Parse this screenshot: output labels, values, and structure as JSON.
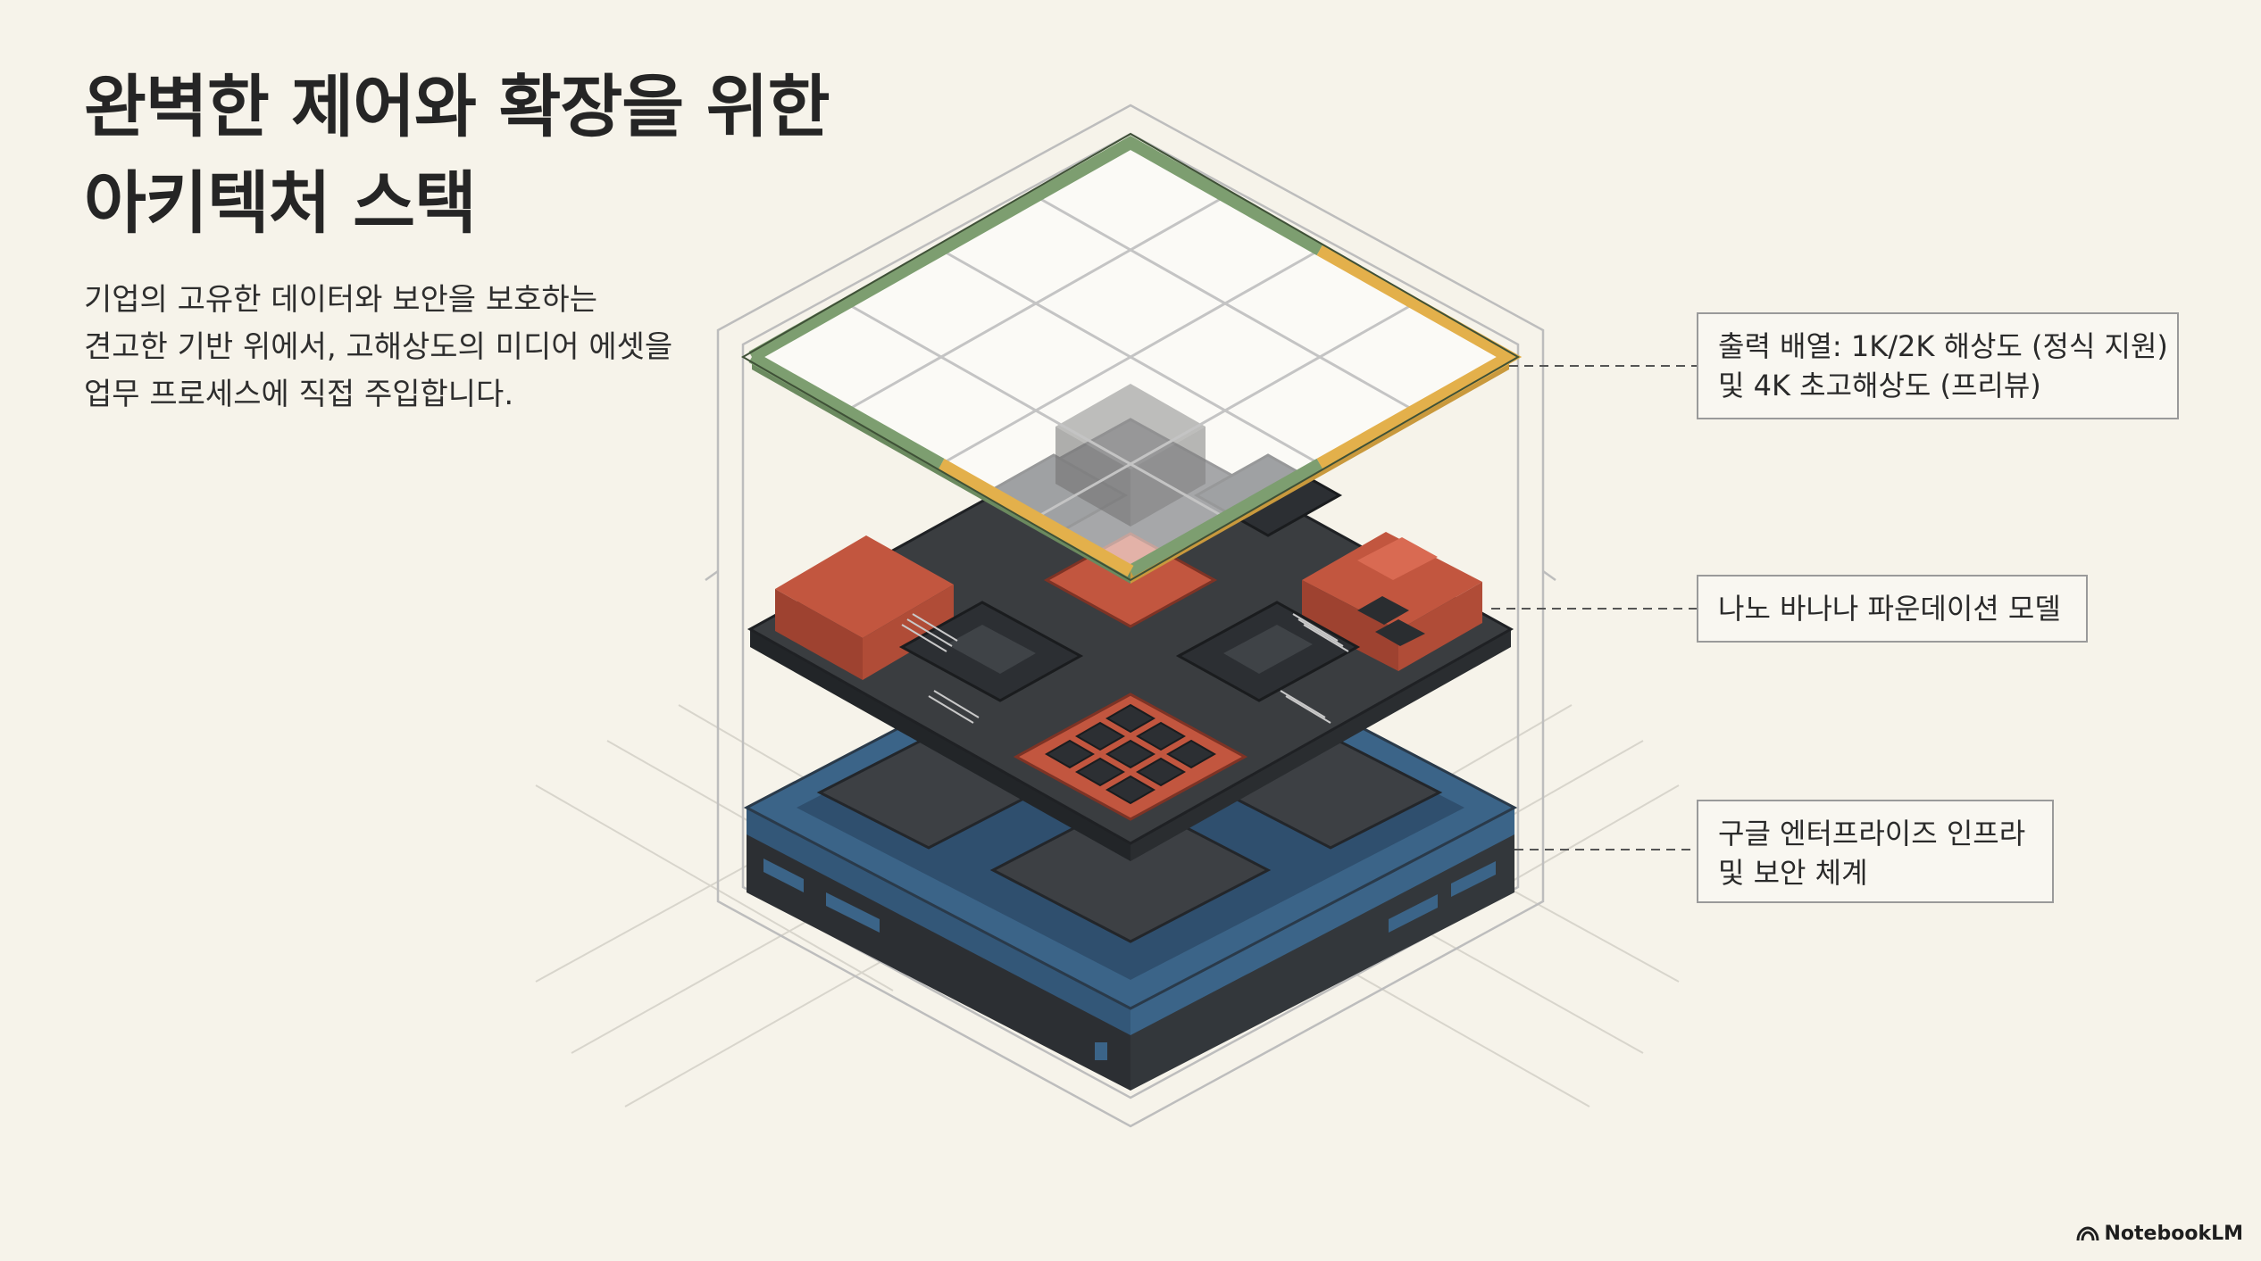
{
  "title": {
    "line1": "완벽한 제어와 확장을 위한",
    "line2": "아키텍처 스택"
  },
  "description": {
    "line1": "기업의 고유한 데이터와 보안을 보호하는",
    "line2": "견고한 기반 위에서, 고해상도의 미디어 에셋을",
    "line3": "업무 프로세스에 직접 주입합니다."
  },
  "callouts": {
    "top": {
      "line1": "출력 배열: 1K/2K 해상도 (정식 지원)",
      "line2": "및 4K 초고해상도 (프리뷰)"
    },
    "middle": {
      "line1": "나노 바나나 파운데이션 모델"
    },
    "bottom": {
      "line1": "구글 엔터프라이즈 인프라",
      "line2": "및 보안 체계"
    }
  },
  "brand": {
    "label": "NotebookLM",
    "icon": "notebooklm-logo-icon"
  },
  "colors": {
    "background": "#f6f3ea",
    "top_frame_green": "#7d9e70",
    "top_frame_gold": "#e3b04b",
    "board_dark": "#3a3d40",
    "chip_red": "#c2563f",
    "infra_blue": "#3b6488",
    "outline": "#b9b9b9"
  }
}
